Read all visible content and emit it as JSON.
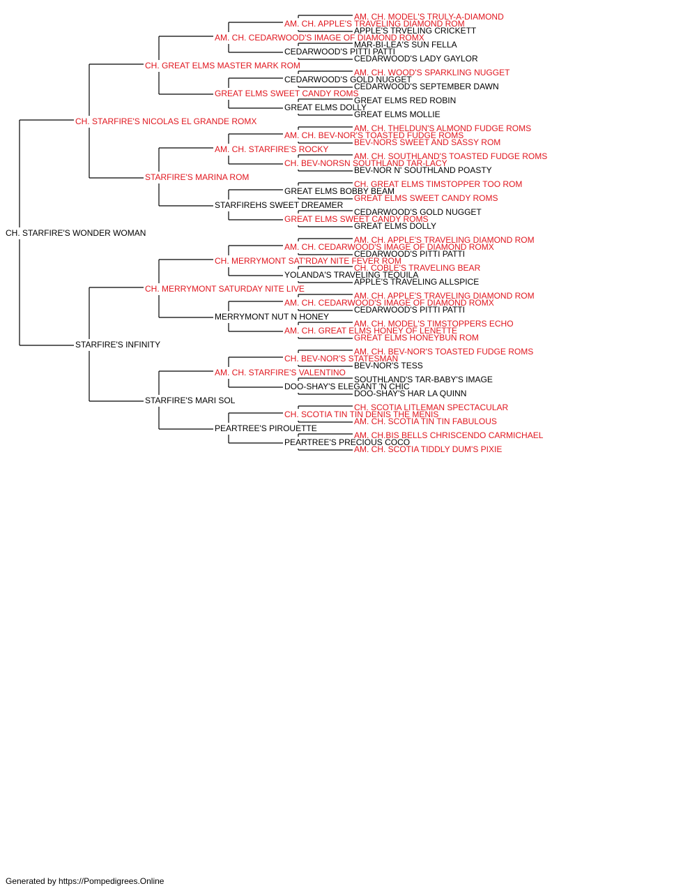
{
  "colors": {
    "champion": "#e0161e",
    "normal": "#000000",
    "line": "#000000"
  },
  "footer": "Generated by https://Pompedigrees.Online",
  "pedigree": {
    "name": "CH. STARFIRE'S WONDER WOMAN",
    "red": false,
    "children": [
      {
        "name": "CH. STARFIRE'S NICOLAS EL GRANDE ROMX",
        "red": true,
        "children": [
          {
            "name": "CH. GREAT ELMS MASTER MARK ROM",
            "red": true,
            "children": [
              {
                "name": "AM. CH. CEDARWOOD'S IMAGE OF DIAMOND ROMX",
                "red": true,
                "children": [
                  {
                    "name": "AM. CH. APPLE'S TRAVELING DIAMOND ROM",
                    "red": true,
                    "children": [
                      {
                        "name": "AM. CH. MODEL'S TRULY-A-DIAMOND",
                        "red": true
                      },
                      {
                        "name": "APPLE'S TRVELING CRICKETT",
                        "red": false
                      }
                    ]
                  },
                  {
                    "name": "CEDARWOOD'S PITTI PATTI",
                    "red": false,
                    "children": [
                      {
                        "name": "MAR-BI-LEA'S SUN FELLA",
                        "red": false
                      },
                      {
                        "name": "CEDARWOOD'S LADY GAYLOR",
                        "red": false
                      }
                    ]
                  }
                ]
              },
              {
                "name": "GREAT ELMS SWEET CANDY ROMS",
                "red": true,
                "children": [
                  {
                    "name": "CEDARWOOD'S GOLD NUGGET",
                    "red": false,
                    "children": [
                      {
                        "name": "AM. CH. WOOD'S SPARKLING NUGGET",
                        "red": true
                      },
                      {
                        "name": "CEDARWOOD'S SEPTEMBER DAWN",
                        "red": false
                      }
                    ]
                  },
                  {
                    "name": "GREAT ELMS DOLLY",
                    "red": false,
                    "children": [
                      {
                        "name": "GREAT ELMS RED ROBIN",
                        "red": false
                      },
                      {
                        "name": "GREAT ELMS MOLLIE",
                        "red": false
                      }
                    ]
                  }
                ]
              }
            ]
          },
          {
            "name": "STARFIRE'S MARINA ROM",
            "red": true,
            "children": [
              {
                "name": "AM. CH. STARFIRE'S ROCKY",
                "red": true,
                "children": [
                  {
                    "name": "AM. CH. BEV-NOR'S TOASTED FUDGE ROMS",
                    "red": true,
                    "children": [
                      {
                        "name": "AM. CH. THELDUN'S ALMOND FUDGE ROMS",
                        "red": true
                      },
                      {
                        "name": "BEV-NORS SWEET AND SASSY ROM",
                        "red": true
                      }
                    ]
                  },
                  {
                    "name": "CH. BEV-NORSN SOUTHLAND TAR-LACY",
                    "red": true,
                    "children": [
                      {
                        "name": "AM. CH. SOUTHLAND'S TOASTED FUDGE ROMS",
                        "red": true
                      },
                      {
                        "name": "BEV-NOR N' SOUTHLAND POASTY",
                        "red": false
                      }
                    ]
                  }
                ]
              },
              {
                "name": "STARFIREHS SWEET DREAMER",
                "red": false,
                "children": [
                  {
                    "name": "GREAT ELMS BOBBY BEAM",
                    "red": false,
                    "children": [
                      {
                        "name": "CH. GREAT ELMS TIMSTOPPER TOO ROM",
                        "red": true
                      },
                      {
                        "name": "GREAT ELMS SWEET CANDY ROMS",
                        "red": true
                      }
                    ]
                  },
                  {
                    "name": "GREAT ELMS SWEET CANDY ROMS",
                    "red": true,
                    "children": [
                      {
                        "name": "CEDARWOOD'S GOLD NUGGET",
                        "red": false
                      },
                      {
                        "name": "GREAT ELMS DOLLY",
                        "red": false
                      }
                    ]
                  }
                ]
              }
            ]
          }
        ]
      },
      {
        "name": "STARFIRE'S INFINITY",
        "red": false,
        "children": [
          {
            "name": "CH. MERRYMONT SATURDAY NITE LIVE",
            "red": true,
            "children": [
              {
                "name": "CH. MERRYMONT SAT'RDAY NITE FEVER ROM",
                "red": true,
                "children": [
                  {
                    "name": "AM. CH. CEDARWOOD'S IMAGE OF DIAMOND ROMX",
                    "red": true,
                    "children": [
                      {
                        "name": "AM. CH. APPLE'S TRAVELING DIAMOND ROM",
                        "red": true
                      },
                      {
                        "name": "CEDARWOOD'S PITTI PATTI",
                        "red": false
                      }
                    ]
                  },
                  {
                    "name": "YOLANDA'S TRAVELING TEQUILA",
                    "red": false,
                    "children": [
                      {
                        "name": "CH. COBLE'S TRAVELING BEAR",
                        "red": true
                      },
                      {
                        "name": "APPLE'S TRAVELING ALLSPICE",
                        "red": false
                      }
                    ]
                  }
                ]
              },
              {
                "name": "MERRYMONT NUT N HONEY",
                "red": false,
                "children": [
                  {
                    "name": "AM. CH. CEDARWOOD'S IMAGE OF DIAMOND ROMX",
                    "red": true,
                    "children": [
                      {
                        "name": "AM. CH. APPLE'S TRAVELING DIAMOND ROM",
                        "red": true
                      },
                      {
                        "name": "CEDARWOOD'S PITTI PATTI",
                        "red": false
                      }
                    ]
                  },
                  {
                    "name": "AM. CH. GREAT ELMS HONEY OF LENETTE",
                    "red": true,
                    "children": [
                      {
                        "name": "AM. CH. MODEL'S TIMSTOPPERS ECHO",
                        "red": true
                      },
                      {
                        "name": "GREAT ELMS HONEYBUN ROM",
                        "red": true
                      }
                    ]
                  }
                ]
              }
            ]
          },
          {
            "name": "STARFIRE'S MARI SOL",
            "red": false,
            "children": [
              {
                "name": "AM. CH. STARFIRE'S VALENTINO",
                "red": true,
                "children": [
                  {
                    "name": "CH. BEV-NOR'S STATESMAN",
                    "red": true,
                    "children": [
                      {
                        "name": "AM. CH. BEV-NOR'S TOASTED FUDGE ROMS",
                        "red": true
                      },
                      {
                        "name": "BEV-NOR'S TESS",
                        "red": false
                      }
                    ]
                  },
                  {
                    "name": "DOO-SHAY'S ELEGANT 'N CHIC",
                    "red": false,
                    "children": [
                      {
                        "name": "SOUTHLAND'S TAR-BABY'S IMAGE",
                        "red": false
                      },
                      {
                        "name": "DOO-SHAY'S HAR LA QUINN",
                        "red": false
                      }
                    ]
                  }
                ]
              },
              {
                "name": "PEARTREE'S PIROUETTE",
                "red": false,
                "children": [
                  {
                    "name": "CH. SCOTIA TIN TIN DENIS THE MENIS",
                    "red": true,
                    "children": [
                      {
                        "name": "CH. SCOTIA LITLEMAN SPECTACULAR",
                        "red": true
                      },
                      {
                        "name": "AM. CH. SCOTIA TIN TIN FABULOUS",
                        "red": true
                      }
                    ]
                  },
                  {
                    "name": "PEARTREE'S PRECIOUS COCO",
                    "red": false,
                    "children": [
                      {
                        "name": "AM. CH.BIS BELLS CHRISCENDO CARMICHAEL",
                        "red": true
                      },
                      {
                        "name": "AM. CH. SCOTIA TIDDLY DUM'S PIXIE",
                        "red": true
                      }
                    ]
                  }
                ]
              }
            ]
          }
        ]
      }
    ]
  }
}
